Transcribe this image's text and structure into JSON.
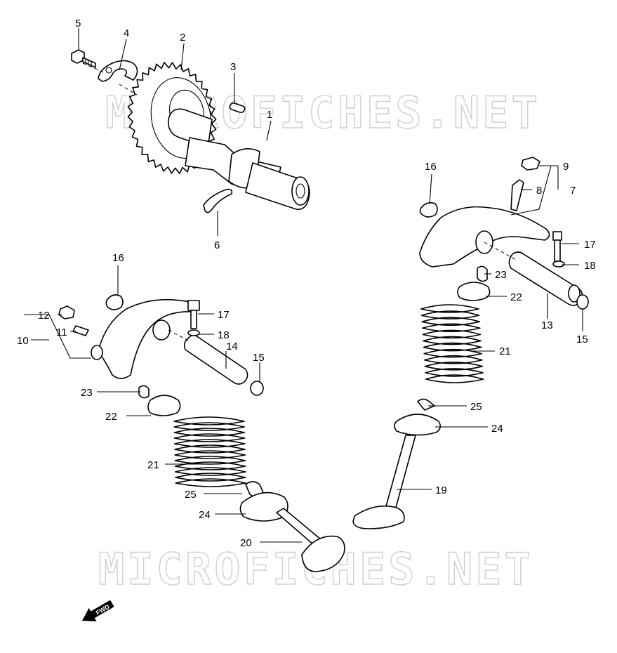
{
  "watermark": {
    "text": "MICROFICHES.NET"
  },
  "direction_badge": {
    "text": "FWD",
    "icon": "fwd-arrow-icon"
  },
  "callouts": [
    {
      "id": "c5a",
      "label": "5"
    },
    {
      "id": "c4a",
      "label": "4"
    },
    {
      "id": "c2a",
      "label": "2"
    },
    {
      "id": "c3a",
      "label": "3"
    },
    {
      "id": "c1a",
      "label": "1"
    },
    {
      "id": "c6a",
      "label": "6"
    },
    {
      "id": "c16a",
      "label": "16"
    },
    {
      "id": "c9a",
      "label": "9"
    },
    {
      "id": "c8a",
      "label": "8"
    },
    {
      "id": "c7a",
      "label": "7"
    },
    {
      "id": "c17a",
      "label": "17"
    },
    {
      "id": "c18a",
      "label": "18"
    },
    {
      "id": "c23a",
      "label": "23"
    },
    {
      "id": "c22a",
      "label": "22"
    },
    {
      "id": "c13a",
      "label": "13"
    },
    {
      "id": "c15a",
      "label": "15"
    },
    {
      "id": "c21a",
      "label": "21"
    },
    {
      "id": "c25a",
      "label": "25"
    },
    {
      "id": "c24a",
      "label": "24"
    },
    {
      "id": "c19a",
      "label": "19"
    },
    {
      "id": "c16b",
      "label": "16"
    },
    {
      "id": "c12b",
      "label": "12"
    },
    {
      "id": "c11b",
      "label": "11"
    },
    {
      "id": "c10b",
      "label": "10"
    },
    {
      "id": "c17b",
      "label": "17"
    },
    {
      "id": "c18b",
      "label": "18"
    },
    {
      "id": "c14b",
      "label": "14"
    },
    {
      "id": "c15b",
      "label": "15"
    },
    {
      "id": "c23b",
      "label": "23"
    },
    {
      "id": "c22b",
      "label": "22"
    },
    {
      "id": "c21b",
      "label": "21"
    },
    {
      "id": "c25b",
      "label": "25"
    },
    {
      "id": "c24b",
      "label": "24"
    },
    {
      "id": "c20b",
      "label": "20"
    }
  ]
}
